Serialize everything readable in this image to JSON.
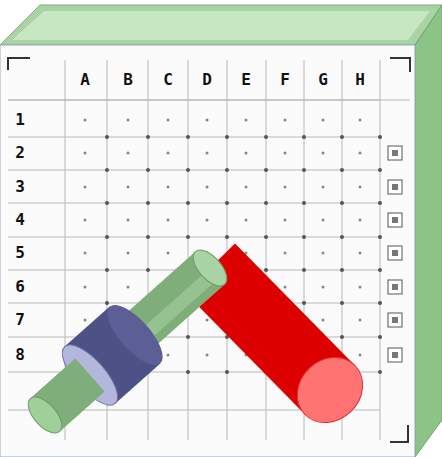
{
  "diagram": {
    "labels": [
      "A",
      "B",
      "C",
      "D",
      "E",
      "F",
      "G",
      "H",
      "1",
      "2",
      "3",
      "4",
      "5",
      "6",
      "7",
      "8"
    ]
  }
}
